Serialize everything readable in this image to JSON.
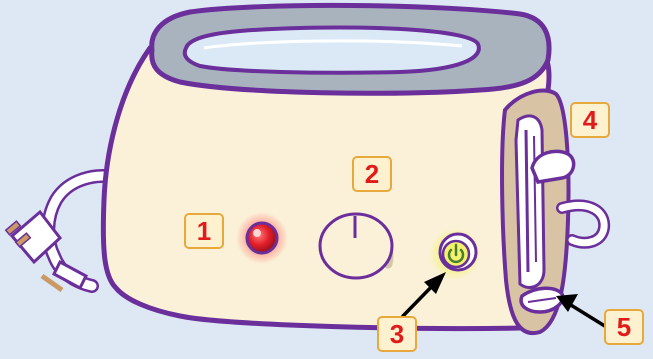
{
  "callouts": [
    {
      "id": "browning-control-light",
      "label": "1"
    },
    {
      "id": "browning-dial",
      "label": "2"
    },
    {
      "id": "power-button",
      "label": "3"
    },
    {
      "id": "lever",
      "label": "4"
    },
    {
      "id": "crumb-tray",
      "label": "5"
    }
  ],
  "colors": {
    "background": "#dee7f4",
    "outline": "#6a2f9b",
    "body": "#fbf1d8",
    "top": "#a9b3bd",
    "slot": "#dbe9f7",
    "indicator_light": "#e3202b",
    "power_glow": "#f2f26e",
    "callout_border": "#e7a93c",
    "callout_fill": "#fdf1d0",
    "callout_text": "#e11a1a"
  }
}
